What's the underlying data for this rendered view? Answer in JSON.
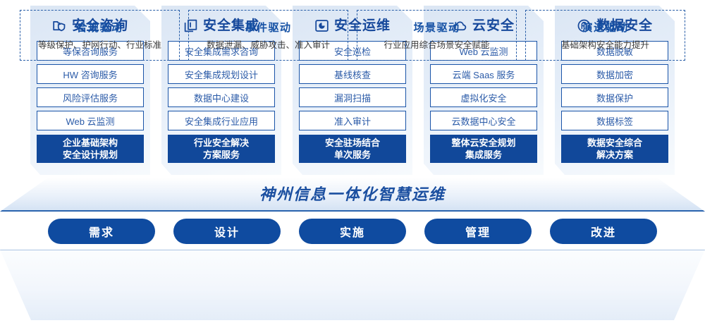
{
  "colors": {
    "brand_blue": "#11489a",
    "accent_blue": "#1a54a8",
    "panel_light": "#e4edf8",
    "text_blue": "#2b5ba8"
  },
  "columns": [
    {
      "icon": "folder-shield-icon",
      "title": "安全咨询",
      "items": [
        "等保咨询服务",
        "HW 咨询服务",
        "风险评估服务",
        "Web 云监测"
      ],
      "summary_line1": "企业基础架构",
      "summary_line2": "安全设计规划"
    },
    {
      "icon": "documents-stack-icon",
      "title": "安全集成",
      "items": [
        "安全集成需求咨询",
        "安全集成规划设计",
        "数据中心建设",
        "安全集成行业应用"
      ],
      "summary_line1": "行业安全解决",
      "summary_line2": "方案服务"
    },
    {
      "icon": "pie-chart-box-icon",
      "title": "安全运维",
      "items": [
        "安全巡检",
        "基线核查",
        "漏洞扫描",
        "准入审计"
      ],
      "summary_line1": "安全驻场结合",
      "summary_line2": "单次服务"
    },
    {
      "icon": "cloud-icon",
      "title": "云安全",
      "items": [
        "Web 云监测",
        "云端 Saas 服务",
        "虚拟化安全",
        "云数据中心安全"
      ],
      "summary_line1": "整体云安全规划",
      "summary_line2": "集成服务"
    },
    {
      "icon": "fingerprint-icon",
      "title": "数据安全",
      "items": [
        "数据脱敏",
        "数据加密",
        "数据保护",
        "数据标签"
      ],
      "summary_line1": "数据安全综合",
      "summary_line2": "解决方案"
    }
  ],
  "banner": {
    "text": "神州信息一体化智慧运维"
  },
  "pills": [
    {
      "label": "需求"
    },
    {
      "label": "设计"
    },
    {
      "label": "实施"
    },
    {
      "label": "管理"
    },
    {
      "label": "改进"
    }
  ],
  "drivers": [
    {
      "title": "合规驱动",
      "desc": "等级保护、护网行动、行业标准"
    },
    {
      "title": "事件驱动",
      "desc": "数据泄漏、威胁攻击、准入审计"
    },
    {
      "title": "场景驱动",
      "desc": "行业应用综合场景安全赋能"
    },
    {
      "title": "演进驱动",
      "desc": "基础架构安全能力提升"
    }
  ]
}
